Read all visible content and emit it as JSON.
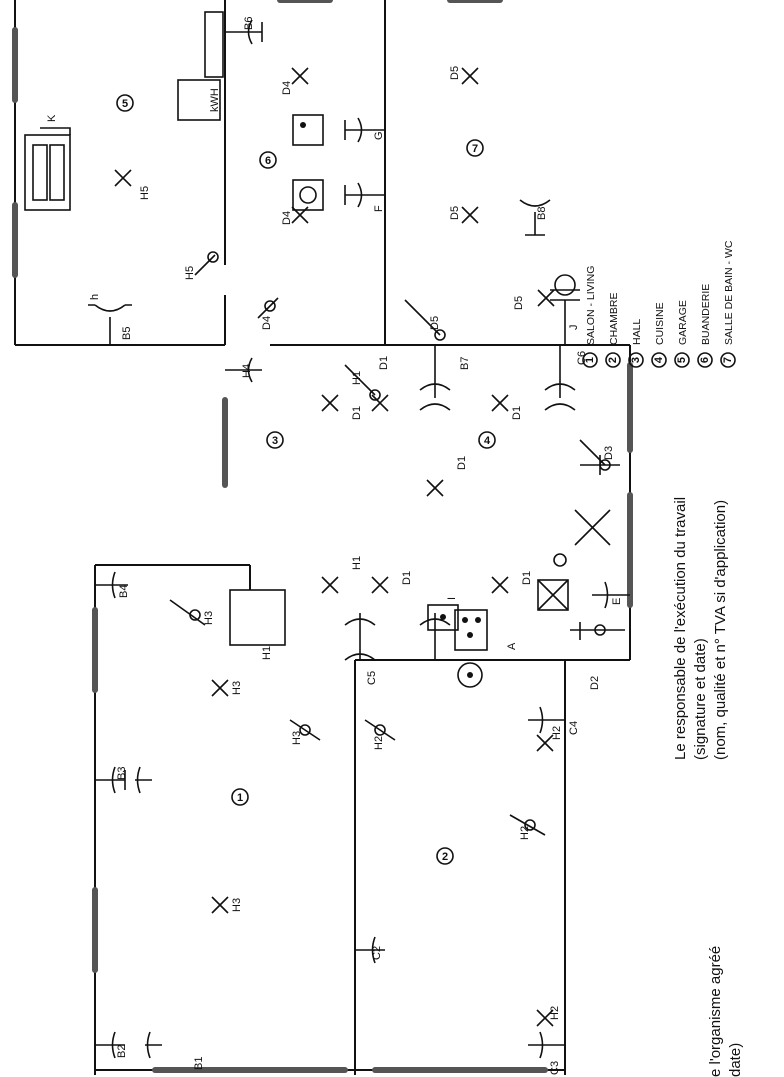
{
  "plan": {
    "rooms": [
      {
        "num": "1",
        "name": "SALON - LIVING"
      },
      {
        "num": "2",
        "name": "CHAMBRE"
      },
      {
        "num": "3",
        "name": "HALL"
      },
      {
        "num": "4",
        "name": "CUISINE"
      },
      {
        "num": "5",
        "name": "GARAGE"
      },
      {
        "num": "6",
        "name": "BUANDERIE"
      },
      {
        "num": "7",
        "name": "SALLE DE BAIN - WC"
      }
    ],
    "labels": {
      "b1": "B1",
      "b2": "B2",
      "b3": "B3",
      "b4": "B4",
      "b5": "B5",
      "b6": "B6",
      "b7": "B7",
      "b8": "B8",
      "c2": "C2",
      "c3": "C3",
      "c4": "C4",
      "c5": "C5",
      "c6": "C6",
      "d1a": "D1",
      "d1b": "D1",
      "d1c": "D1",
      "d1d": "D1",
      "d1e": "D1",
      "d1f": "D1",
      "d2": "D2",
      "d3": "D3",
      "d4a": "D4",
      "d4b": "D4",
      "d4c": "D4",
      "d5a": "D5",
      "d5b": "D5",
      "d5c": "D5",
      "d5d": "D5",
      "h1a": "H1",
      "h1b": "H1",
      "h1c": "H1",
      "h2a": "H2",
      "h2b": "H2",
      "h2c": "H2",
      "h2d": "H2",
      "h3a": "H3",
      "h3b": "H3",
      "h3c": "H3",
      "h3d": "H3",
      "h4": "H4",
      "h5a": "H5",
      "h5b": "H5",
      "e": "E",
      "f": "F",
      "g": "G",
      "i": "I",
      "j": "J",
      "a": "A",
      "k": "K",
      "h": "h",
      "kwh": "kWH"
    },
    "notes": {
      "responsable_1": "Le responsable de l'exécution du travail",
      "responsable_2": "(signature et date)",
      "responsable_3": "(nom, qualité et n° TVA si d'application)",
      "organisme_1": "e l'organisme agréé",
      "organisme_2": "date)"
    }
  }
}
